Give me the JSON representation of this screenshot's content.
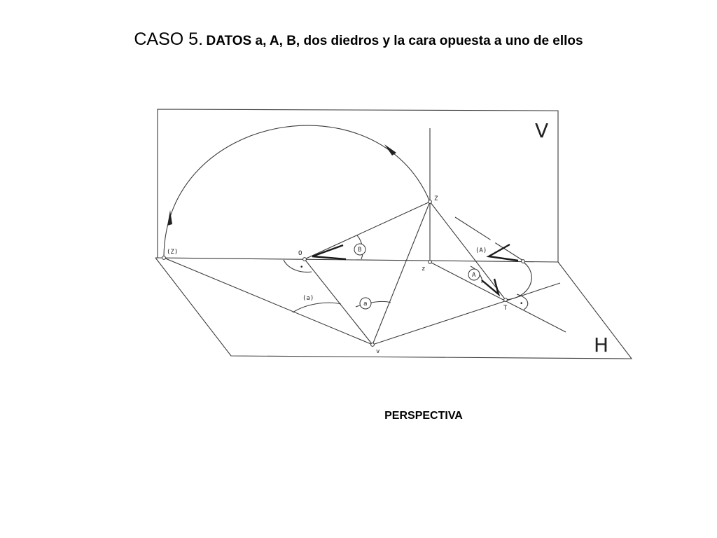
{
  "title": {
    "main": "CASO 5.",
    "rest": "DATOS a, A, B, dos diedros y la cara opuesta a uno de ellos"
  },
  "caption": "PERSPECTIVA",
  "diagram": {
    "plane_v": "V",
    "plane_h": "H",
    "point_Z_rotated": "(Z)",
    "point_O": "O",
    "point_Z": "Z",
    "point_z": "z",
    "point_v": "v",
    "point_T": "T",
    "angle_B": "B",
    "angle_A_rotated": "(A)",
    "angle_A": "A",
    "angle_a_rotated": "(a)",
    "angle_a": "a",
    "right_angle_mark": "•"
  }
}
